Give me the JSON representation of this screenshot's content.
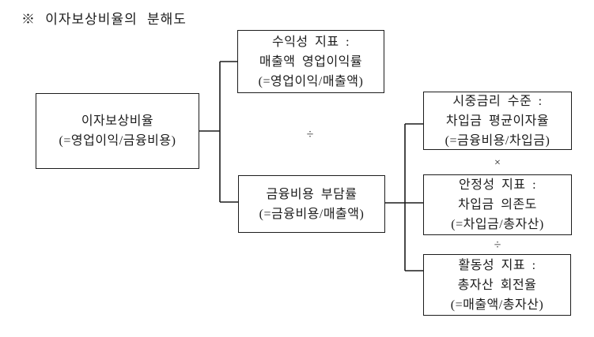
{
  "title": "※ 이자보상비율의 분해도",
  "diagram": {
    "boxes": {
      "root": {
        "lines": [
          "이자보상비율",
          "(=영업이익/금융비용)"
        ]
      },
      "profitability": {
        "lines": [
          "수익성 지표 :",
          "매출액 영업이익률",
          "(=영업이익/매출액)"
        ]
      },
      "burden": {
        "lines": [
          "금융비용 부담률",
          "(=금융비용/매출액)"
        ]
      },
      "market_rate": {
        "lines": [
          "시중금리 수준 :",
          "차입금 평균이자율",
          "(=금융비용/차입금)"
        ]
      },
      "stability": {
        "lines": [
          "안정성 지표 :",
          "차입금 의존도",
          "(=차입금/총자산)"
        ]
      },
      "activity": {
        "lines": [
          "활동성 지표 :",
          "총자산 회전율",
          "(=매출액/총자산)"
        ]
      }
    },
    "operators": {
      "divide_top": "÷",
      "multiply": "×",
      "divide_bottom": "÷"
    }
  },
  "colors": {
    "line": "#1c1c1c",
    "text": "#1c1c1c",
    "background": "#ffffff"
  }
}
